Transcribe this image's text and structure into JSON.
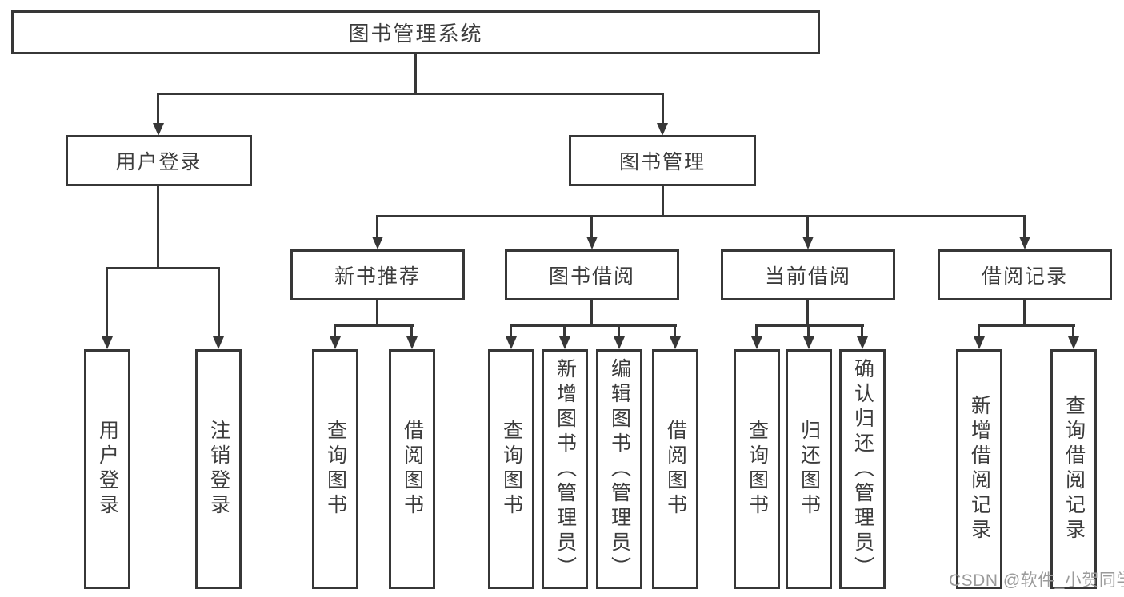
{
  "colors": {
    "line": "#373737",
    "text": "#3c3c3c",
    "watermark_color": "#9a9a9a",
    "background": "#ffffff"
  },
  "watermark": {
    "text": "CSDN @软件_小贺同学"
  },
  "tree": {
    "root": {
      "label": "图书管理系统"
    },
    "level1": [
      {
        "label": "用户登录",
        "parent": "图书管理系统"
      },
      {
        "label": "图书管理",
        "parent": "图书管理系统"
      }
    ],
    "level2": [
      {
        "label": "新书推荐",
        "parent": "图书管理"
      },
      {
        "label": "图书借阅",
        "parent": "图书管理"
      },
      {
        "label": "当前借阅",
        "parent": "图书管理"
      },
      {
        "label": "借阅记录",
        "parent": "图书管理"
      }
    ],
    "leaves": [
      {
        "label": "用户登录",
        "parent": "用户登录"
      },
      {
        "label": "注销登录",
        "parent": "用户登录"
      },
      {
        "label": "查询图书",
        "parent": "新书推荐"
      },
      {
        "label": "借阅图书",
        "parent": "新书推荐"
      },
      {
        "label": "查询图书",
        "parent": "图书借阅"
      },
      {
        "label": "新增图书（管理员）",
        "parent": "图书借阅"
      },
      {
        "label": "编辑图书（管理员）",
        "parent": "图书借阅"
      },
      {
        "label": "借阅图书",
        "parent": "图书借阅"
      },
      {
        "label": "查询图书",
        "parent": "当前借阅"
      },
      {
        "label": "归还图书",
        "parent": "当前借阅"
      },
      {
        "label": "确认归还（管理员）",
        "parent": "当前借阅"
      },
      {
        "label": "新增借阅记录",
        "parent": "借阅记录"
      },
      {
        "label": "查询借阅记录",
        "parent": "借阅记录"
      }
    ]
  }
}
